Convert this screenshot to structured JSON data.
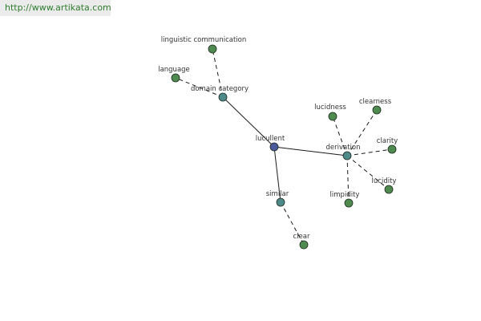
{
  "banner": {
    "url": "http://www.artikata.com"
  },
  "colors": {
    "center": "#4a5a9a",
    "hub": "#4f8a8a",
    "leaf": "#4f8a4f"
  },
  "graph": {
    "nodes": [
      {
        "id": "luculent",
        "label": "lucullent",
        "kind": "center"
      },
      {
        "id": "domain-category",
        "label": "domain category",
        "kind": "hub"
      },
      {
        "id": "derivation",
        "label": "derivation",
        "kind": "hub"
      },
      {
        "id": "similar",
        "label": "similar",
        "kind": "hub"
      },
      {
        "id": "linguistic-communication",
        "label": "linguistic communication",
        "kind": "leaf"
      },
      {
        "id": "language",
        "label": "language",
        "kind": "leaf"
      },
      {
        "id": "lucidness",
        "label": "lucidness",
        "kind": "leaf"
      },
      {
        "id": "clearness",
        "label": "clearness",
        "kind": "leaf"
      },
      {
        "id": "clarity",
        "label": "clarity",
        "kind": "leaf"
      },
      {
        "id": "lucidity",
        "label": "lucidity",
        "kind": "leaf"
      },
      {
        "id": "limpidity",
        "label": "limpidity",
        "kind": "leaf"
      },
      {
        "id": "clear",
        "label": "clear",
        "kind": "leaf"
      }
    ],
    "edges": [
      {
        "from": "luculent",
        "to": "domain-category",
        "style": "solid"
      },
      {
        "from": "luculent",
        "to": "derivation",
        "style": "solid"
      },
      {
        "from": "luculent",
        "to": "similar",
        "style": "solid"
      },
      {
        "from": "domain-category",
        "to": "linguistic-communication",
        "style": "dashed"
      },
      {
        "from": "domain-category",
        "to": "language",
        "style": "dashed"
      },
      {
        "from": "derivation",
        "to": "lucidness",
        "style": "dashed"
      },
      {
        "from": "derivation",
        "to": "clearness",
        "style": "dashed"
      },
      {
        "from": "derivation",
        "to": "clarity",
        "style": "dashed"
      },
      {
        "from": "derivation",
        "to": "lucidity",
        "style": "dashed"
      },
      {
        "from": "derivation",
        "to": "limpidity",
        "style": "dashed"
      },
      {
        "from": "similar",
        "to": "clear",
        "style": "dashed"
      }
    ]
  }
}
